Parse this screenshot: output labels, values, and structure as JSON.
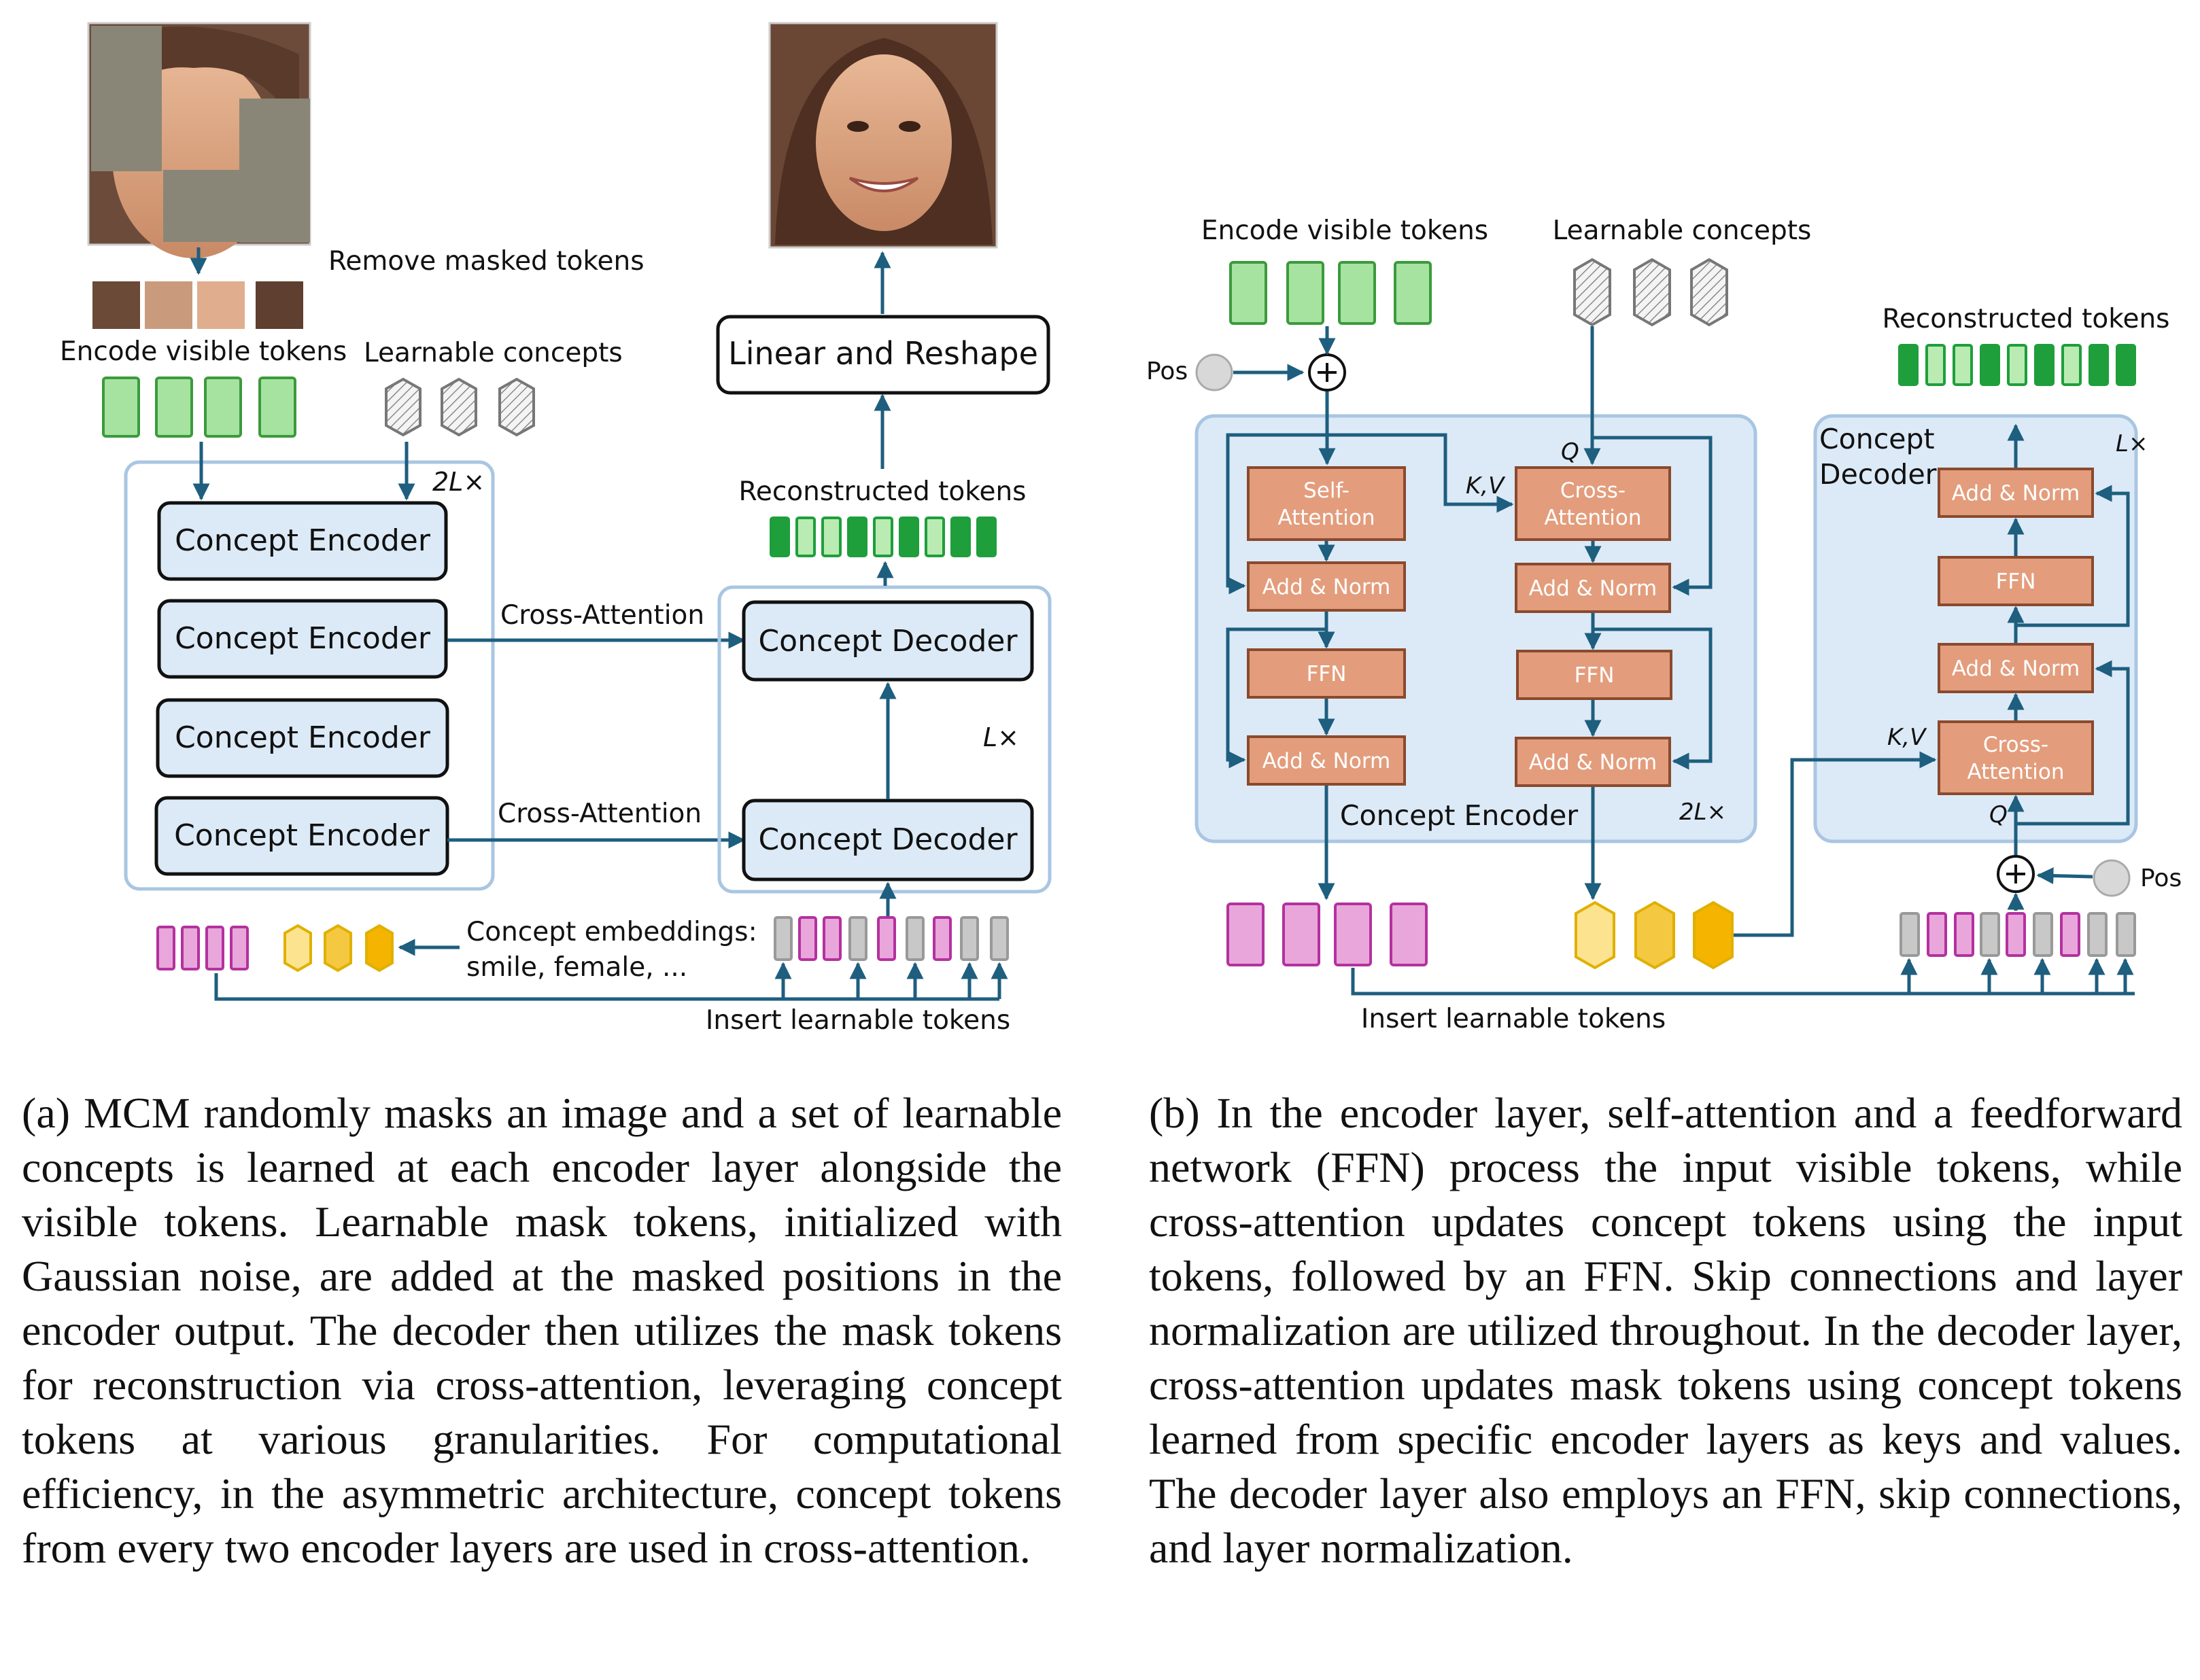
{
  "colors": {
    "panel_fill": "#dceaf7",
    "panel_stroke": "#a9c6e2",
    "module_fill": "#e39d7c",
    "module_stroke": "#8a4a2e",
    "arrow": "#1e5e7e",
    "visible_token": "#a6e3a1",
    "visible_token_stroke": "#3c9a3c",
    "recon_dark": "#1f9e3c",
    "recon_light": "#b9ebb3",
    "concept_emb": "#f5d24b",
    "concept_emb_stroke": "#e0b000",
    "pink_token": "#e8a6da",
    "pink_stroke": "#b4319f",
    "gray_token": "#c8c8c8",
    "mask_patch": "#8a8677"
  },
  "panel_a": {
    "remove_masked_tokens": "Remove masked tokens",
    "encode_visible_tokens": "Encode visible tokens",
    "learnable_concepts": "Learnable concepts",
    "repeat_encoder": "2L×",
    "encoders": [
      "Concept Encoder",
      "Concept Encoder",
      "Concept Encoder",
      "Concept Encoder"
    ],
    "cross_attention": [
      "Cross-Attention",
      "Cross-Attention"
    ],
    "decoders": [
      "Concept Decoder",
      "Concept Decoder"
    ],
    "repeat_decoder": "L×",
    "reconstructed_tokens": "Reconstructed tokens",
    "linear_reshape": "Linear and Reshape",
    "concept_embeddings_line1": "Concept embeddings:",
    "concept_embeddings_line2": "smile, female, ...",
    "insert_learnable_tokens": "Insert learnable tokens"
  },
  "panel_b": {
    "encode_visible_tokens": "Encode visible tokens",
    "learnable_concepts": "Learnable concepts",
    "reconstructed_tokens": "Reconstructed tokens",
    "pos": "Pos",
    "pos_right": "Pos",
    "kv": "K,V",
    "q": "Q",
    "kv_dec": "K,V",
    "q_dec": "Q",
    "self_attention_1": "Self-",
    "self_attention_2": "Attention",
    "cross_attention_1": "Cross-",
    "cross_attention_2": "Attention",
    "add_norm": "Add & Norm",
    "ffn": "FFN",
    "concept_encoder": "Concept Encoder",
    "repeat_encoder": "2L×",
    "concept_decoder_1": "Concept",
    "concept_decoder_2": "Decoder",
    "repeat_decoder": "L×",
    "insert_learnable_tokens": "Insert learnable tokens"
  },
  "captions": {
    "a": "(a) MCM randomly masks an image and a set of learnable concepts is learned at each encoder layer alongside the visible tokens.  Learnable mask tokens, initialized with Gaussian noise, are added at the masked positions in the encoder output. The decoder then utilizes the mask tokens for reconstruction via cross-attention, leveraging concept tokens at various granularities.  For computational efficiency, in the asymmetric architecture, concept tokens from every two encoder layers are used in cross-attention.",
    "b": "(b) In the encoder layer, self-attention and a feedforward network (FFN) process the input visible tokens, while cross-attention updates concept tokens using the input tokens, followed by an FFN. Skip connections and layer normalization are utilized throughout. In the decoder layer, cross-attention updates mask tokens using concept tokens learned from specific encoder layers as keys and values.  The decoder layer also employs an FFN, skip connections, and layer normalization."
  }
}
